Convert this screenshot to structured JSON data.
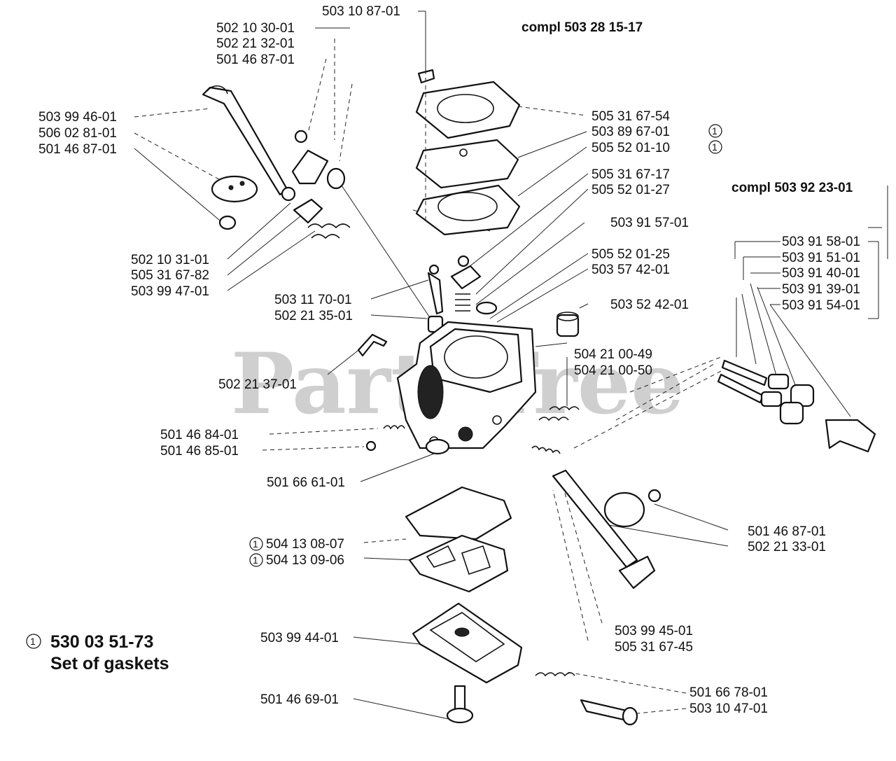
{
  "watermark": "PartsTree",
  "assemblies": {
    "top": "compl 503 28 15-17",
    "right": "compl 503 92 23-01"
  },
  "gasket_set": {
    "marker": "1",
    "number": "530 03 51-73",
    "name": "Set of gaskets"
  },
  "labels": [
    "503 10 87-01",
    "502 10 30-01",
    "502 21 32-01",
    "501 46 87-01",
    "503 99 46-01",
    "506 02 81-01",
    "501 46 87-01",
    "505 31 67-54",
    "503 89 67-01",
    "505 52 01-10",
    "505 31 67-17",
    "505 52 01-27",
    "503 91 57-01",
    "505 52 01-25",
    "503 57 42-01",
    "503 52 42-01",
    "502 10 31-01",
    "505 31 67-82",
    "503 99 47-01",
    "503 11 70-01",
    "502 21 35-01",
    "503 91 58-01",
    "503 91 51-01",
    "503 91 40-01",
    "503 91 39-01",
    "503 91 54-01",
    "504 21 00-49",
    "504 21 00-50",
    "502 21 37-01",
    "501 46 84-01",
    "501 46 85-01",
    "501 66 61-01",
    "501 46 87-01",
    "502 21 33-01",
    "504 13 08-07",
    "504 13 09-06",
    "503 99 45-01",
    "505 31 67-45",
    "503 99 44-01",
    "501 66 78-01",
    "503 10 47-01",
    "501 46 69-01"
  ],
  "gasket_marker": "1"
}
